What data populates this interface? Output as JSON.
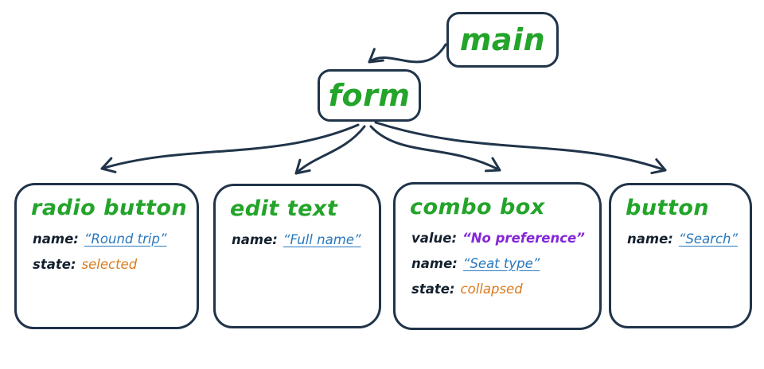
{
  "nodes": {
    "main": {
      "title": "main"
    },
    "form": {
      "title": "form"
    },
    "radio": {
      "title": "radio button",
      "rows": [
        {
          "label": "name:",
          "value": "Round trip"
        },
        {
          "label": "state:",
          "value": "selected"
        }
      ]
    },
    "edit": {
      "title": "edit text",
      "rows": [
        {
          "label": "name:",
          "value": "Full name"
        }
      ]
    },
    "combo": {
      "title": "combo box",
      "rows": [
        {
          "label": "value:",
          "value": "No preference"
        },
        {
          "label": "name:",
          "value": "Seat type"
        },
        {
          "label": "state:",
          "value": "collapsed"
        }
      ]
    },
    "button": {
      "title": "button",
      "rows": [
        {
          "label": "name:",
          "value": "Search"
        }
      ]
    }
  },
  "colors": {
    "stroke": "#20344a",
    "title_green": "#23a42a",
    "value_blue": "#2878be",
    "value_purple": "#8426d9",
    "state_orange": "#d9791c"
  }
}
